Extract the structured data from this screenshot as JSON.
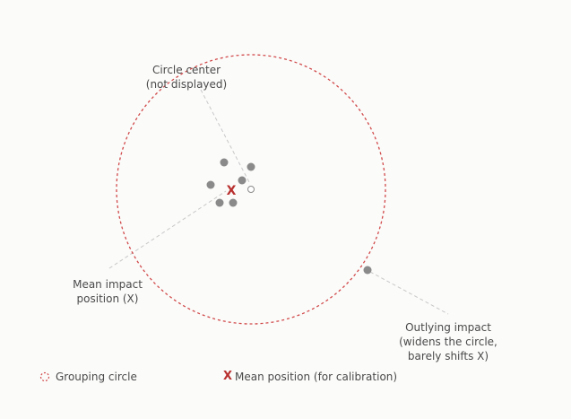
{
  "annotations": {
    "circle_center": "Circle center\n(not displayed)",
    "mean_impact": "Mean impact\nposition (X)",
    "outlier": "Outlying impact\n(widens the circle,\nbarely shifts X)"
  },
  "mean_marker": "X",
  "legend": {
    "grouping_circle": "Grouping circle",
    "mean_symbol": "X",
    "mean_position": "Mean position (for calibration)"
  },
  "colors": {
    "circle": "#d14a4a",
    "impact": "#8a8a8a",
    "mean_marker": "#b8312f",
    "leader_line": "#c8c8c8"
  }
}
